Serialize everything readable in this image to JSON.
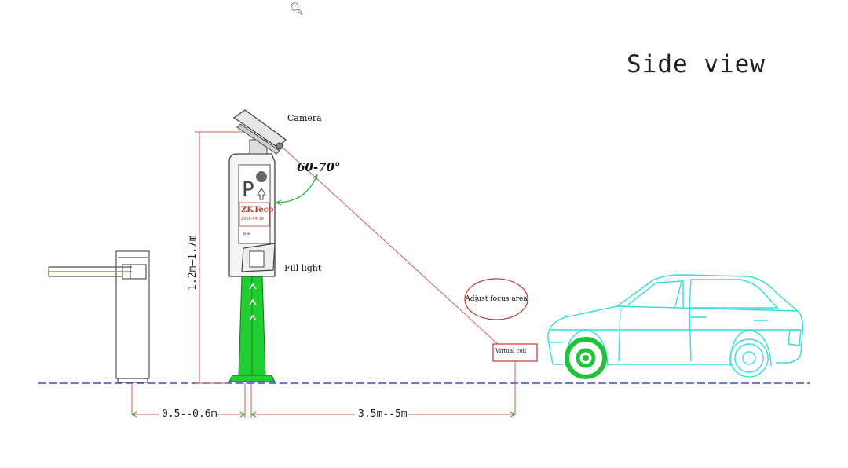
{
  "diagram": {
    "title": "Side view",
    "zoom_icon": "magnifier-icon",
    "labels": {
      "camera": "Camera",
      "angle": "60-70°",
      "fill_light": "Fill light",
      "adjust_focus": "Adjust focus area",
      "virtual_coil": "Virtual coil",
      "height_range": "1.2m—1.7m",
      "barrier_gap": "0.5--0.6m",
      "camera_distance": "3.5m--5m",
      "brand": "ZKTeco",
      "brand_sub": "2018-04-18"
    },
    "colors": {
      "dimension_lines": "#d45a5a",
      "ground": "#3b4cd1",
      "pole": "#22cc33",
      "car": "#33dddd",
      "wheel": "#1fc23a",
      "angle_arc": "#22bb33"
    }
  }
}
